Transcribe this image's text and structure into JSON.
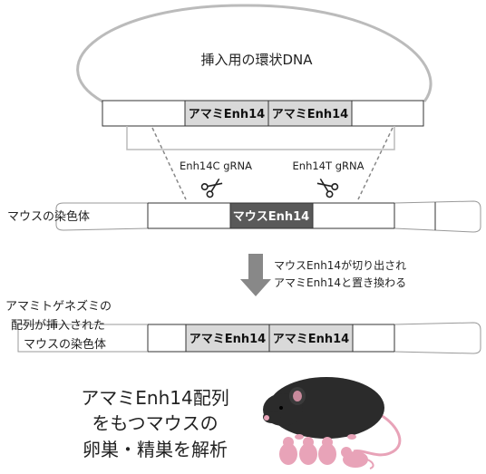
{
  "plasmid": {
    "title": "挿入用の環状DNA",
    "segment_left": "アマミEnh14",
    "segment_right": "アマミEnh14"
  },
  "grna": {
    "left_label": "Enh14C gRNA",
    "right_label": "Enh14T gRNA"
  },
  "mouse_chromosome": {
    "label": "マウスの染色体",
    "segment": "マウスEnh14"
  },
  "process": {
    "line1": "マウスEnh14が切り出され",
    "line2": "アマミEnh14と置き換わる"
  },
  "result_chromosome": {
    "label_line1": "アマミトゲネズミの",
    "label_line2": "配列が挿入された",
    "label_line3": "マウスの染色体",
    "segment_left": "アマミEnh14",
    "segment_right": "アマミEnh14"
  },
  "conclusion": {
    "line1": "アマミEnh14配列",
    "line2": "をもつマウスの",
    "line3": "卵巣・精巣を解析"
  },
  "colors": {
    "enh_box": "#d9d9d9",
    "mouse_enh_box": "#595959",
    "arrow": "#888888",
    "mouse_body": "#2b2b2b",
    "pups": "#e8a3b8"
  }
}
